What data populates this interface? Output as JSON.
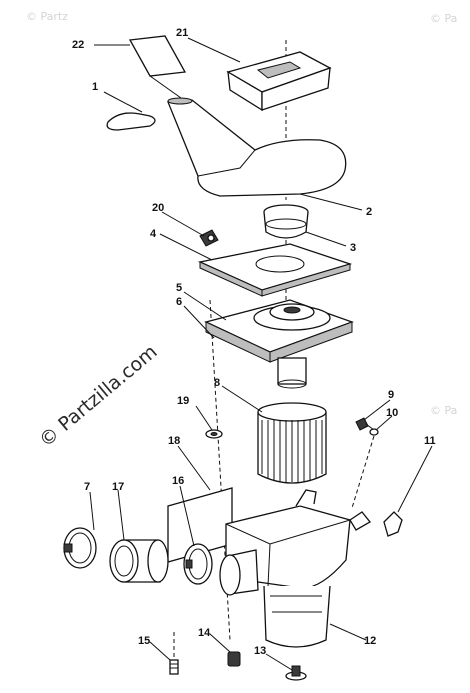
{
  "diagram": {
    "watermark_main": "© Partzilla.com",
    "watermark_corner_tl": "© Partz",
    "watermark_corner_tr": "© Pa",
    "watermark_corner_mr": "© Pa",
    "callouts": [
      {
        "id": "1",
        "text": "1"
      },
      {
        "id": "2",
        "text": "2"
      },
      {
        "id": "3",
        "text": "3"
      },
      {
        "id": "4",
        "text": "4"
      },
      {
        "id": "5",
        "text": "5"
      },
      {
        "id": "6",
        "text": "6"
      },
      {
        "id": "7",
        "text": "7"
      },
      {
        "id": "8",
        "text": "8"
      },
      {
        "id": "9",
        "text": "9"
      },
      {
        "id": "10",
        "text": "10"
      },
      {
        "id": "11",
        "text": "11"
      },
      {
        "id": "12",
        "text": "12"
      },
      {
        "id": "13",
        "text": "13"
      },
      {
        "id": "14",
        "text": "14"
      },
      {
        "id": "15",
        "text": "15"
      },
      {
        "id": "16",
        "text": "16"
      },
      {
        "id": "17",
        "text": "17"
      },
      {
        "id": "18",
        "text": "18"
      },
      {
        "id": "19",
        "text": "19"
      },
      {
        "id": "20",
        "text": "20"
      },
      {
        "id": "21",
        "text": "21"
      },
      {
        "id": "22",
        "text": "22"
      }
    ]
  }
}
